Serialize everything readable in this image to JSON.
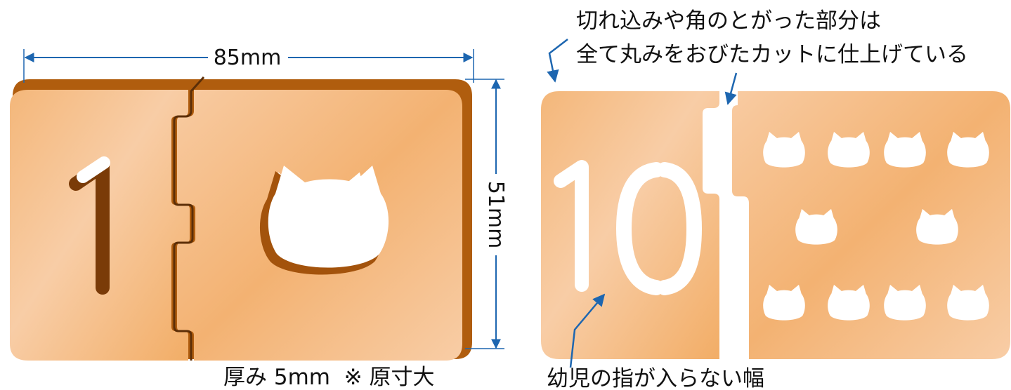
{
  "left_card": {
    "width_label": "85mm",
    "height_label": "51mm",
    "number": "1",
    "caption": "厚み 5mm  ※ 原寸大"
  },
  "right_card": {
    "number": "10",
    "top_note_line1": "切れ込みや角のとがった部分は",
    "top_note_line2": "全て丸みをおびたカットに仕上げている",
    "bottom_note": "幼児の指が入らない幅",
    "cat_count": 10
  },
  "colors": {
    "card_light": "#f7c9a0",
    "card_dark": "#f3ae68",
    "card_edge": "#b05d0e",
    "arrow": "#1d66b0",
    "cutout": "#ffffff"
  }
}
